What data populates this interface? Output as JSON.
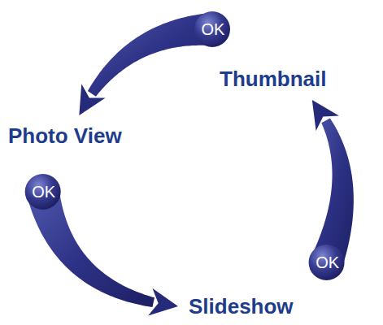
{
  "diagram": {
    "nodes": [
      {
        "text": [
          "Thumbnail"
        ]
      },
      {
        "text": [
          "Photo View"
        ]
      },
      {
        "text": [
          "Slideshow"
        ]
      }
    ],
    "edges": [
      {
        "from": 0,
        "to": 1,
        "arrow": "to",
        "label": "OK"
      },
      {
        "from": 1,
        "to": 2,
        "arrow": "to",
        "label": "OK"
      },
      {
        "from": 2,
        "to": 0,
        "arrow": "to",
        "label": "OK"
      }
    ]
  }
}
